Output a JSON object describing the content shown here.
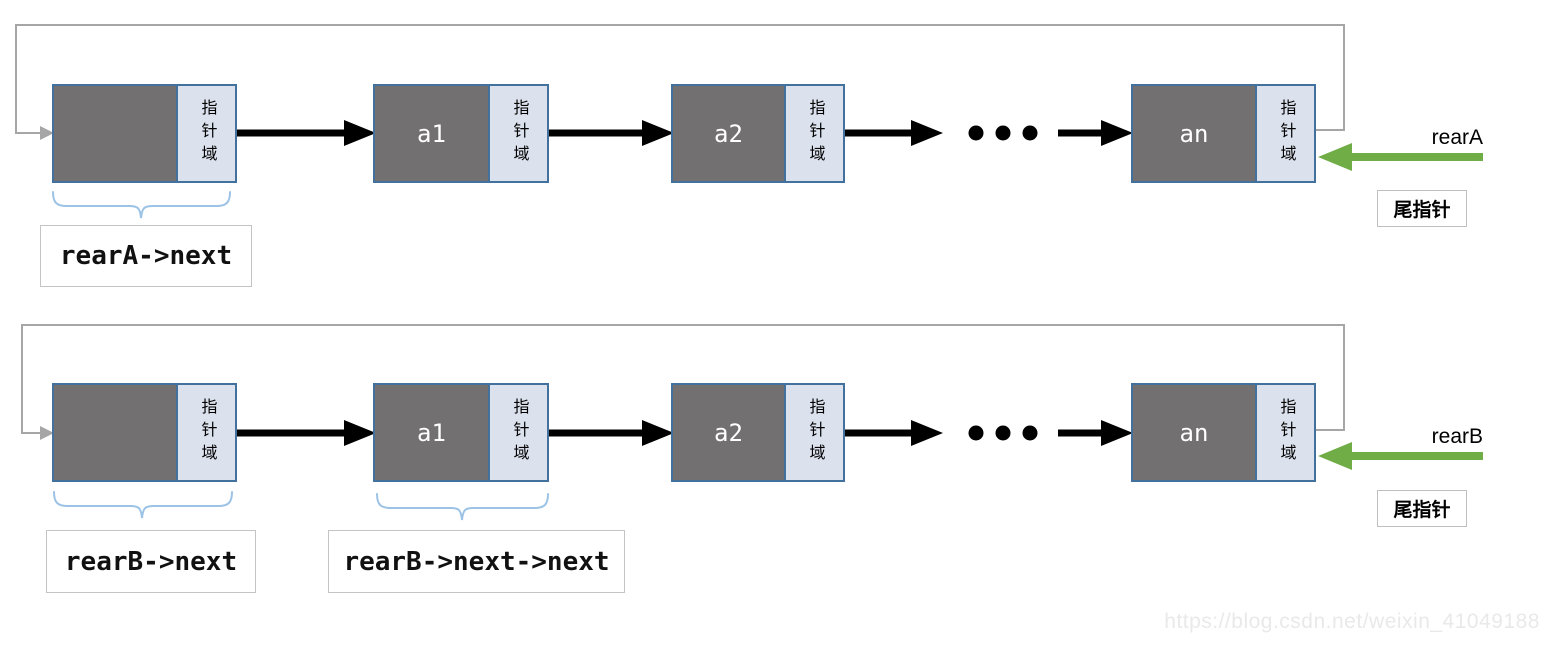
{
  "diagram": {
    "title": "circular linked lists A and B with tail pointers",
    "pointer_field_label": "指针域",
    "tail_pointer_label": "尾指针",
    "watermark": "https://blog.csdn.net/weixin_41049188",
    "colors": {
      "node_fill": "#727070",
      "pointer_field_fill": "#dbe1ed",
      "node_border": "#41719c",
      "arrow_black": "#000000",
      "rear_arrow_green": "#70ad47",
      "loop_line_gray": "#a6a6a6",
      "brace_blue": "#9cc3e5",
      "node_text": "#ffffff"
    },
    "rows": [
      {
        "list_name": "A",
        "rear_label": "rearA",
        "ellipsis": "•••",
        "nodes": [
          {
            "label": ""
          },
          {
            "label": "a1"
          },
          {
            "label": "a2"
          },
          {
            "label": "an"
          }
        ],
        "annotations": [
          {
            "text": "rearA->next"
          }
        ]
      },
      {
        "list_name": "B",
        "rear_label": "rearB",
        "ellipsis": "•••",
        "nodes": [
          {
            "label": ""
          },
          {
            "label": "a1"
          },
          {
            "label": "a2"
          },
          {
            "label": "an"
          }
        ],
        "annotations": [
          {
            "text": "rearB->next"
          },
          {
            "text": "rearB->next->next"
          }
        ]
      }
    ]
  }
}
